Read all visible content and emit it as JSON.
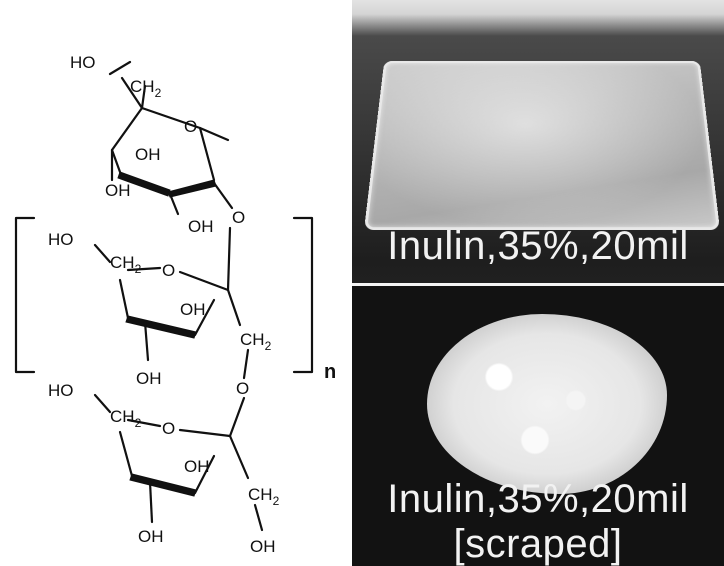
{
  "structure": {
    "labels": {
      "ho_top": "HO",
      "ch2_top": "CH",
      "ch2_sub": "2",
      "o_ring1": "O",
      "oh_1a": "OH",
      "oh_1b": "OH",
      "oh_1c": "OH",
      "o_link1": "O",
      "ho_mid": "HO",
      "ch2_mid": "CH",
      "o_ring2": "O",
      "oh_2a": "OH",
      "ch2_side2": "CH",
      "oh_2b": "OH",
      "o_link2": "O",
      "ho_bot": "HO",
      "ch2_bot": "CH",
      "o_ring3": "O",
      "oh_3a": "OH",
      "ch2_side3": "CH",
      "oh_3b": "OH",
      "oh_3c": "OH",
      "repeat_n": "n"
    }
  },
  "photos": {
    "top_caption": "Inulin,35%,20mil",
    "bottom_caption_line1": "Inulin,35%,20mil",
    "bottom_caption_line2": "[scraped]"
  }
}
